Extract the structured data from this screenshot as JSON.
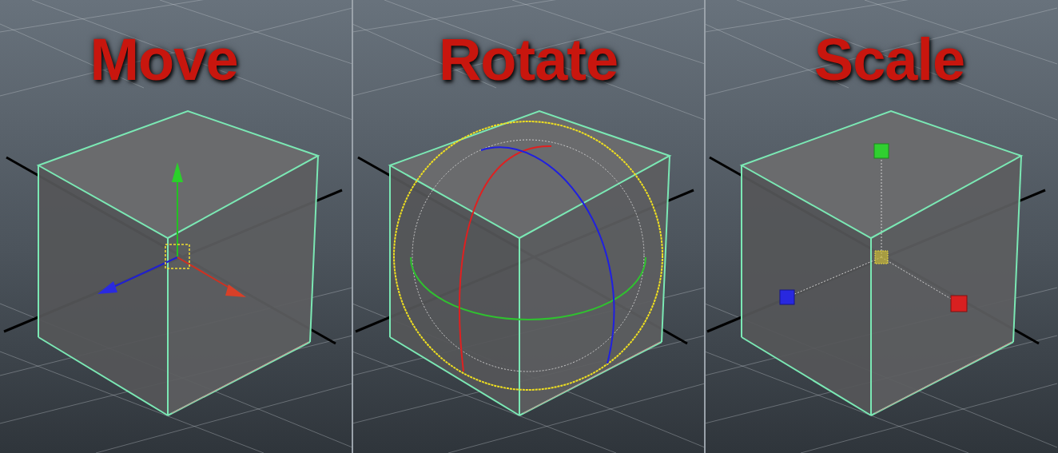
{
  "diagram": {
    "labels": [
      "Move",
      "Rotate",
      "Scale"
    ]
  }
}
